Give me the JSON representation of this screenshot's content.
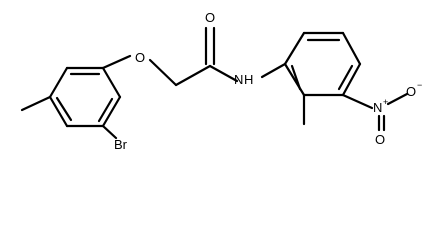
{
  "molecule": {
    "atoms": {
      "o_ether": "O",
      "o_carbonyl": "O",
      "amide_n": "N",
      "amide_h": "H",
      "bromine": "Br",
      "nitro_n": "N",
      "nitro_charge_plus": "+",
      "nitro_o_minus": "O",
      "nitro_charge_minus": "−",
      "nitro_o_double": "O"
    }
  }
}
